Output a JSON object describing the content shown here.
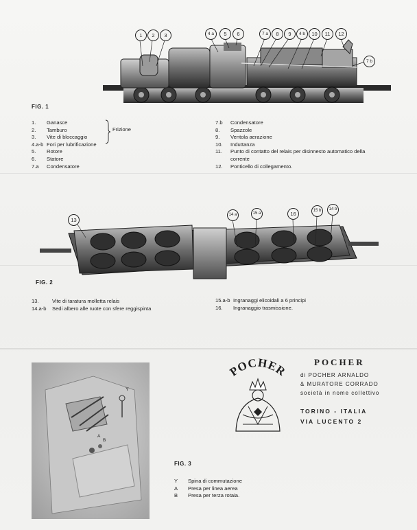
{
  "fig1": {
    "label": "FIG. 1",
    "callouts": [
      "1",
      "2",
      "3",
      "4 a",
      "5",
      "6",
      "7 a",
      "8",
      "9",
      "4 b",
      "10",
      "11",
      "12",
      "7 b"
    ],
    "legend_left": [
      {
        "num": "1.",
        "text": "Ganasce"
      },
      {
        "num": "2.",
        "text": "Tamburo"
      },
      {
        "num": "3.",
        "text": "Vite di bloccaggio"
      },
      {
        "num": "4.a-b",
        "text": "Fori per lubrificazione"
      },
      {
        "num": "5.",
        "text": "Rotore"
      },
      {
        "num": "6.",
        "text": "Statore"
      },
      {
        "num": "7.a",
        "text": "Condensatore"
      }
    ],
    "brace_label": "Frizione",
    "legend_right": [
      {
        "num": "7.b",
        "text": "Condensatore"
      },
      {
        "num": "8.",
        "text": "Spazzole"
      },
      {
        "num": "9.",
        "text": "Ventola aerazione"
      },
      {
        "num": "10.",
        "text": "Induttanza"
      },
      {
        "num": "11.",
        "text": "Punto di contatto del relais per disinnesto automatico della"
      },
      {
        "num": "",
        "text": "corrente"
      },
      {
        "num": "12.",
        "text": "Ponticello di collegamento."
      }
    ]
  },
  "fig2": {
    "label": "FIG. 2",
    "callouts": [
      "13",
      "14 a",
      "15 a",
      "16",
      "15 b",
      "14 b"
    ],
    "legend_left": [
      {
        "num": "13.",
        "text": "Vite di taratura molletta relais"
      },
      {
        "num": "14.a-b",
        "text": "Sedi albero alle ruote con sfere reggispinta"
      }
    ],
    "legend_right": [
      {
        "num": "15.a-b",
        "text": "Ingranaggi elicoidali a 6 principi"
      },
      {
        "num": "16.",
        "text": "Ingranaggio trasmissione."
      }
    ]
  },
  "fig3": {
    "label": "FIG. 3",
    "photo_letters": [
      "Y",
      "A",
      "B"
    ],
    "legend": [
      {
        "num": "Y",
        "text": "Spina di commutazione"
      },
      {
        "num": "A",
        "text": "Presa per linea aerea"
      },
      {
        "num": "B",
        "text": "Presa per terza rotaia."
      }
    ]
  },
  "brand": {
    "logo_text": "POCHER",
    "name": "POCHER",
    "lines": [
      "di POCHER ARNALDO",
      "& MURATORE CORRADO",
      "società in nome collettivo"
    ],
    "address": [
      "TORINO - ITALIA",
      "VIA LUCENTO 2"
    ]
  }
}
